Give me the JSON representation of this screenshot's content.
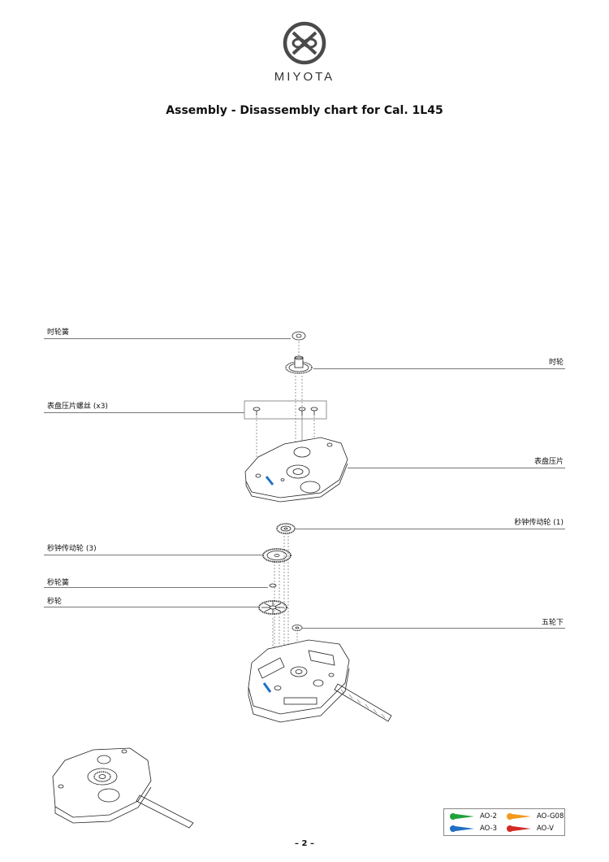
{
  "brand": {
    "name": "MIYOTA"
  },
  "document": {
    "title": "Assembly - Disassembly chart for Cal. 1L45",
    "page_number": "– 2 –"
  },
  "parts": [
    {
      "id": "hour_wheel_spring",
      "label": "时轮簧"
    },
    {
      "id": "hour_wheel",
      "label": "时轮"
    },
    {
      "id": "dial_plate_screw",
      "label": "表盘压片螺丝 (x3)"
    },
    {
      "id": "dial_plate",
      "label": "表盘压片"
    },
    {
      "id": "second_transmission_wheel_1",
      "label": "秒钟传动轮 (1)"
    },
    {
      "id": "second_transmission_wheel_3",
      "label": "秒钟传动轮 (3)"
    },
    {
      "id": "second_wheel_spring",
      "label": "秒轮簧"
    },
    {
      "id": "second_wheel",
      "label": "秒轮"
    },
    {
      "id": "fifth_wheel_lower",
      "label": "五轮下"
    }
  ],
  "legend": [
    {
      "code": "AO-2",
      "color": "#1fa23a"
    },
    {
      "code": "AO-G08",
      "color": "#f39a1e"
    },
    {
      "code": "AO-3",
      "color": "#1f6fc4"
    },
    {
      "code": "AO-V",
      "color": "#d42a24"
    }
  ],
  "colors": {
    "oil_mark": "#1f6fc4",
    "line": "#222222"
  }
}
